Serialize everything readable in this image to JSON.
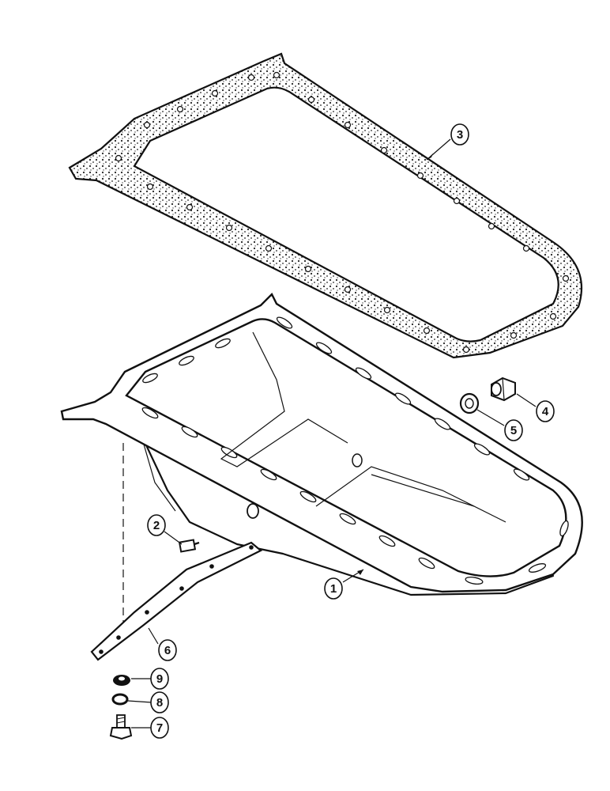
{
  "diagram": {
    "type": "exploded-parts-illustration",
    "parts": [
      {
        "ref": "1",
        "label": "1",
        "icon": "oil-pan"
      },
      {
        "ref": "2",
        "label": "2",
        "icon": "drain-plug"
      },
      {
        "ref": "3",
        "label": "3",
        "icon": "oil-pan-gasket"
      },
      {
        "ref": "4",
        "label": "4",
        "icon": "plug"
      },
      {
        "ref": "5",
        "label": "5",
        "icon": "washer"
      },
      {
        "ref": "6",
        "label": "6",
        "icon": "support-bracket"
      },
      {
        "ref": "7",
        "label": "7",
        "icon": "bolt"
      },
      {
        "ref": "8",
        "label": "8",
        "icon": "lock-washer"
      },
      {
        "ref": "9",
        "label": "9",
        "icon": "flat-washer"
      }
    ]
  }
}
